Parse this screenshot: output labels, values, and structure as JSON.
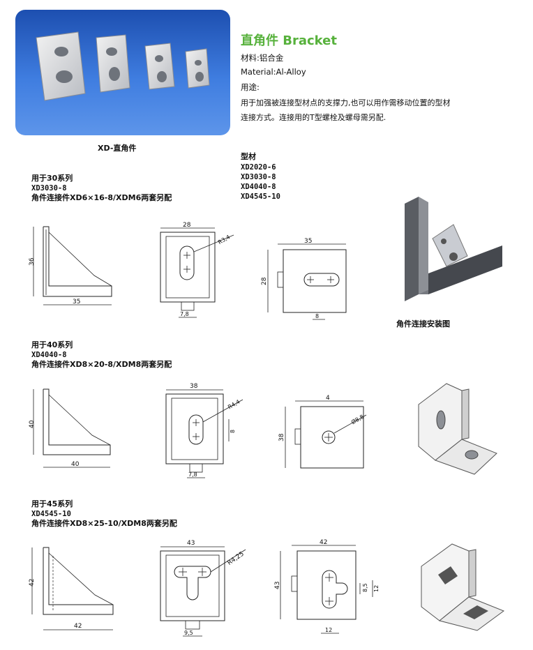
{
  "header": {
    "title": "直角件  Bracket",
    "material_cn": "材料:铝合金",
    "material_en": "Material:Al-Alloy",
    "usage_label": "用途:",
    "usage_line1": "用于加强被连接型材点的支撑力,也可以用作需移动位置的型材",
    "usage_line2": "连接方式。连接用的T型螺栓及螺母需另配."
  },
  "photo": {
    "caption": "XD-直角件"
  },
  "profiles": {
    "label": "型材",
    "items": [
      "XD2020-6",
      "XD3030-8",
      "XD4040-8",
      "XD4545-10"
    ]
  },
  "series30": {
    "heading": "用于30系列",
    "model": "XD3030-8",
    "note": "角件连接件XD6×16-8/XDM6两套另配",
    "dims": {
      "side_h": "36",
      "side_w": "35",
      "front_w": "28",
      "radius": "R3,4",
      "slot": "7,8",
      "top_w": "35",
      "top_h": "28",
      "top_slot": "8"
    }
  },
  "series40": {
    "heading": "用于40系列",
    "model": "XD4040-8",
    "note": "角件连接件XD8×20-8/XDM8两套另配",
    "dims": {
      "side_h": "40",
      "side_w": "40",
      "front_w": "38",
      "radius": "R4,4",
      "slot_v": "8",
      "slot": "7,8",
      "top_w": "4",
      "top_h": "38",
      "hole": "Ø8,8"
    }
  },
  "series45": {
    "heading": "用于45系列",
    "model": "XD4545-10",
    "note": "角件连接件XD8×25-10/XDM8两套另配",
    "dims": {
      "side_h": "42",
      "side_w": "42",
      "front_w": "43",
      "radius": "R4,25",
      "slot": "9,5",
      "top_w": "42",
      "top_h": "43",
      "small_v": "8,5",
      "small_v2": "12",
      "top_slot": "12"
    }
  },
  "install_caption": "角件连接安装图"
}
